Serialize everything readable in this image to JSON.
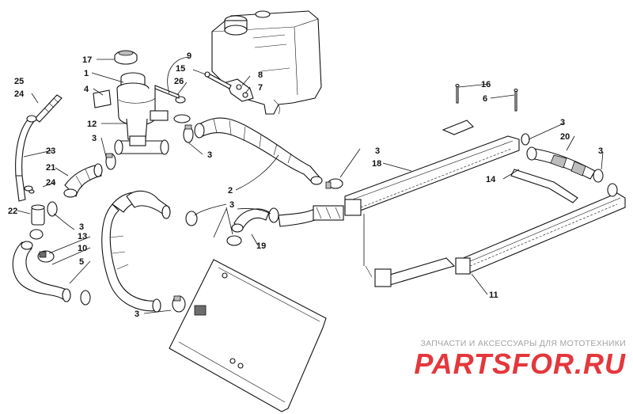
{
  "diagram": {
    "callouts": [
      "1",
      "2",
      "3",
      "4",
      "5",
      "6",
      "7",
      "8",
      "9",
      "10",
      "11",
      "12",
      "13",
      "14",
      "15",
      "16",
      "17",
      "18",
      "19",
      "20",
      "21",
      "22",
      "23",
      "24",
      "25",
      "26"
    ]
  },
  "watermark": {
    "subtitle": "ЗАПЧАСТИ И АКСЕССУАРЫ ДЛЯ МОТОТЕХНИКИ",
    "logo_text": "PARTSFOR.RU",
    "logo_color": "#e0151b"
  }
}
